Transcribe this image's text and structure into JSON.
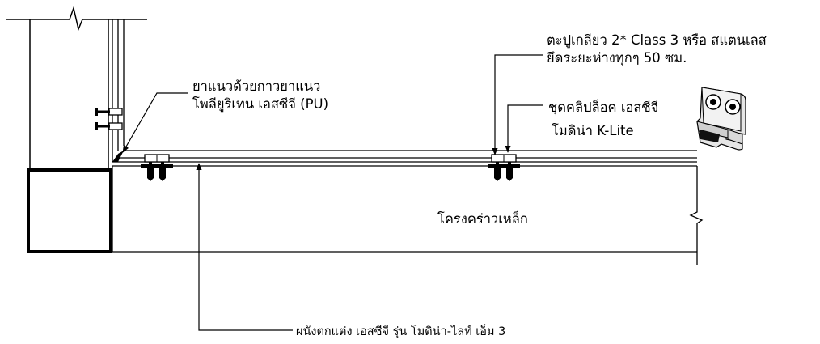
{
  "labels": {
    "sealant_line1": "ยาแนวด้วยกาวยาแนว",
    "sealant_line2": "โพลียูริเทน เอสซีจี (PU)",
    "screw_line1": "ตะปูเกลียว 2* Class 3 หรือ สแตนเลส",
    "screw_line2": "ยึดระยะห่างทุกๆ 50 ซม.",
    "clip_line1": "ชุดคลิปล็อค เอสซีจี",
    "clip_line2": "โมดิน่า K-Lite",
    "frame": "โครงคร่าวเหล็ก",
    "panel": "ผนังตกแต่ง เอสซีจี รุ่น โมดิน่า-ไลท์ เอ็ม 3"
  }
}
